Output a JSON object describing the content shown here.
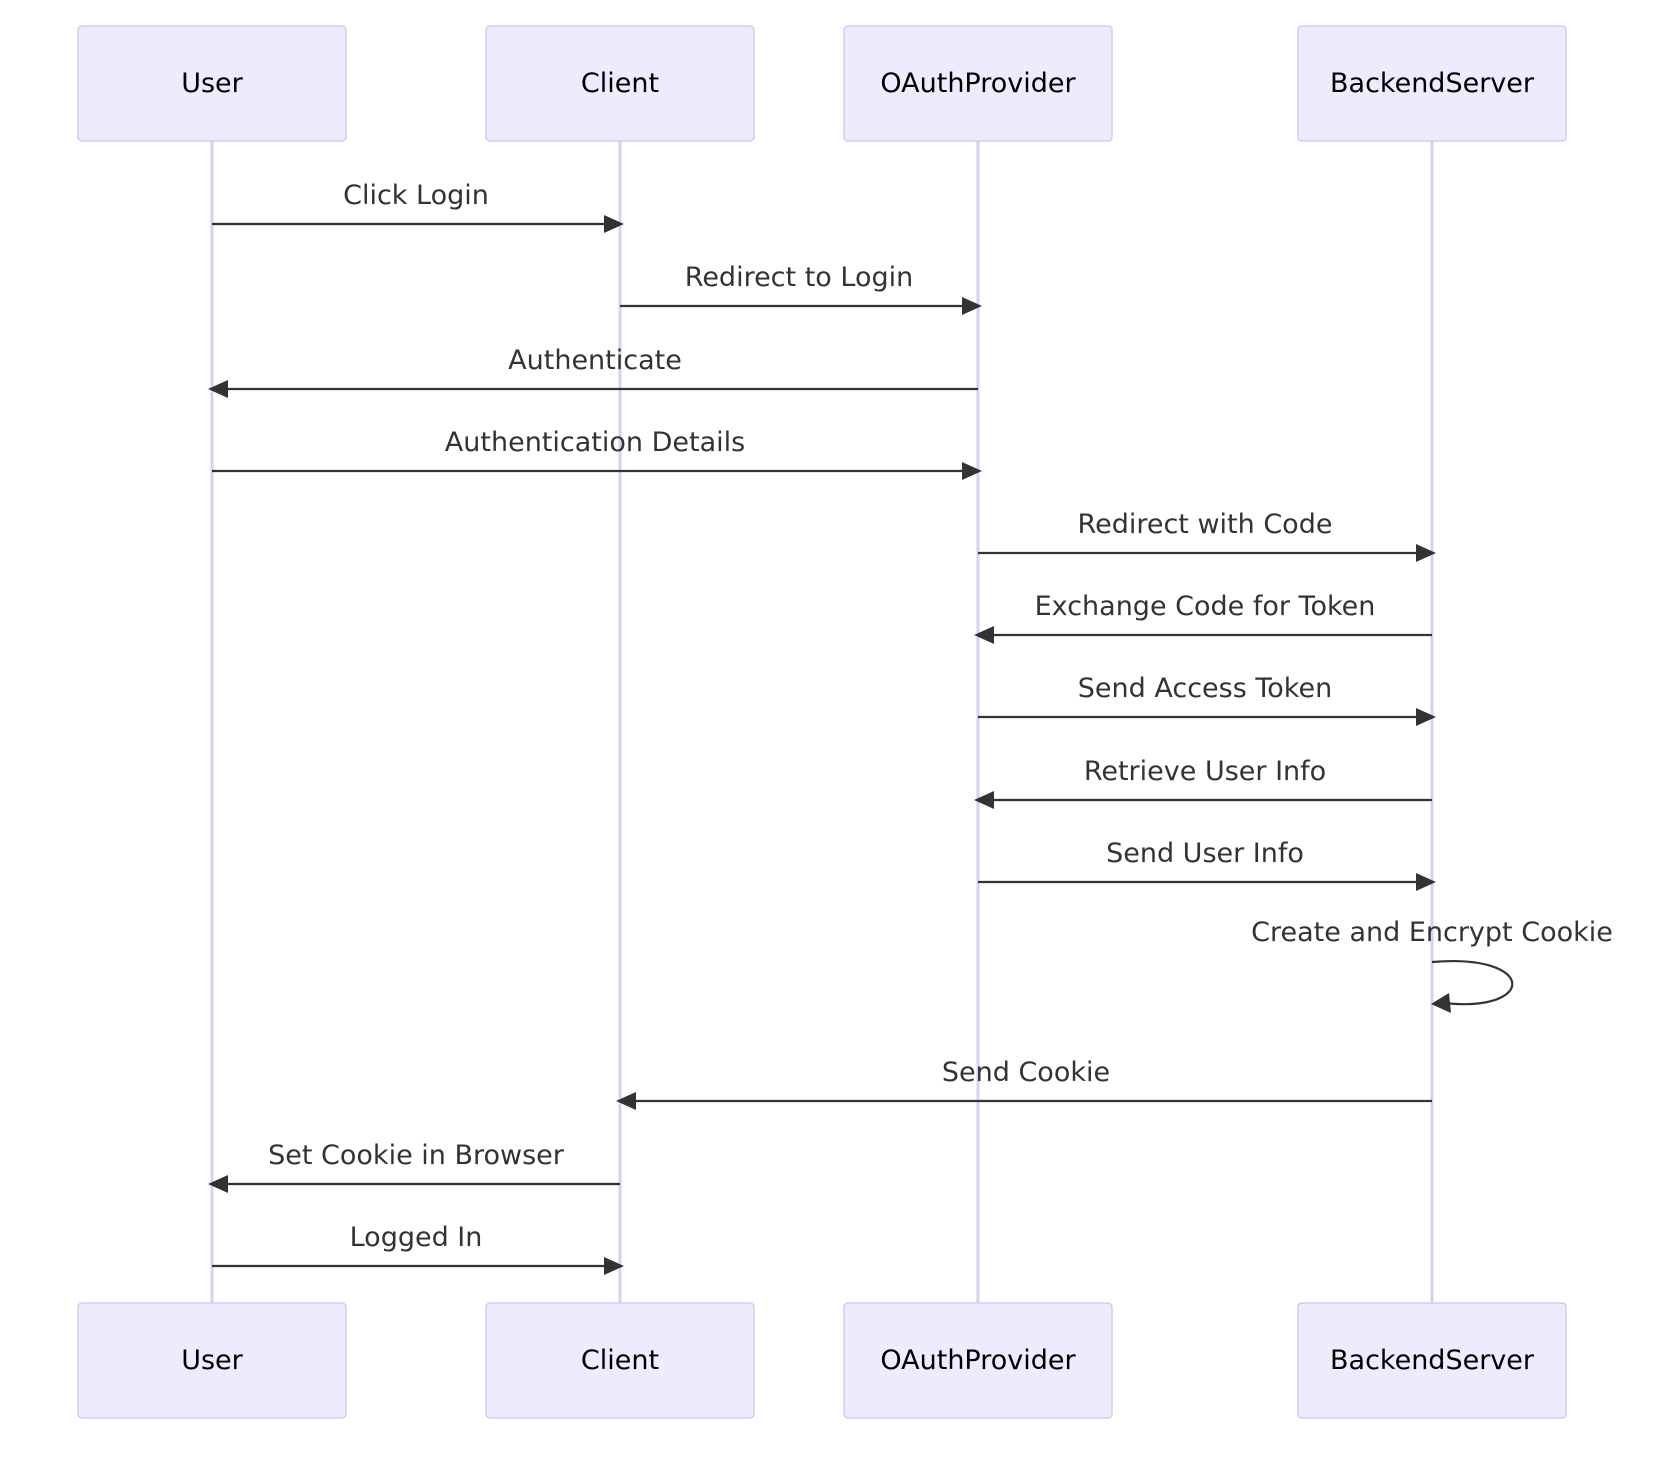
{
  "participants": [
    {
      "id": "user",
      "label": "User"
    },
    {
      "id": "client",
      "label": "Client"
    },
    {
      "id": "oauth",
      "label": "OAuthProvider"
    },
    {
      "id": "backend",
      "label": "BackendServer"
    }
  ],
  "messages": [
    {
      "from": "user",
      "to": "client",
      "label": "Click Login"
    },
    {
      "from": "client",
      "to": "oauth",
      "label": "Redirect to Login"
    },
    {
      "from": "oauth",
      "to": "user",
      "label": "Authenticate"
    },
    {
      "from": "user",
      "to": "oauth",
      "label": "Authentication Details"
    },
    {
      "from": "oauth",
      "to": "backend",
      "label": "Redirect with Code"
    },
    {
      "from": "backend",
      "to": "oauth",
      "label": "Exchange Code for Token"
    },
    {
      "from": "oauth",
      "to": "backend",
      "label": "Send Access Token"
    },
    {
      "from": "backend",
      "to": "oauth",
      "label": "Retrieve User Info"
    },
    {
      "from": "oauth",
      "to": "backend",
      "label": "Send User Info"
    },
    {
      "from": "backend",
      "to": "backend",
      "label": "Create and Encrypt Cookie"
    },
    {
      "from": "backend",
      "to": "client",
      "label": "Send Cookie"
    },
    {
      "from": "client",
      "to": "user",
      "label": "Set Cookie in Browser"
    },
    {
      "from": "user",
      "to": "client",
      "label": "Logged In"
    }
  ]
}
